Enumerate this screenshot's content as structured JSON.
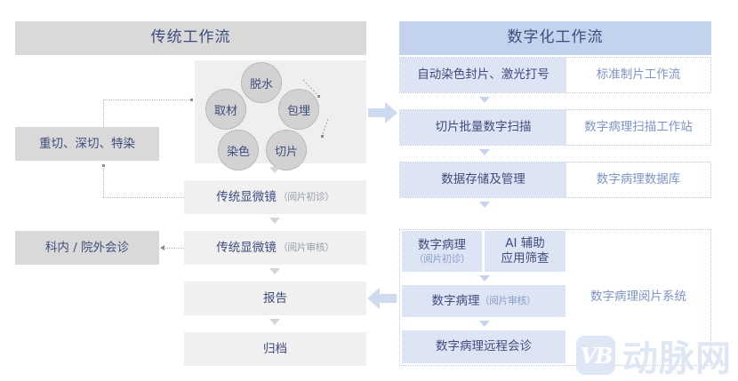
{
  "diagram": {
    "title_traditional": "传统工作流",
    "title_digital": "数字化工作流",
    "accent_gray": "#d9d9d9",
    "accent_blue": "#c3d3ee",
    "text_color": "#3f4d7e"
  },
  "traditional": {
    "header": "传统工作流",
    "cycle": {
      "nodes": [
        {
          "label": "脱水"
        },
        {
          "label": "包埋"
        },
        {
          "label": "切片"
        },
        {
          "label": "染色"
        },
        {
          "label": "取材"
        }
      ]
    },
    "side_boxes": [
      {
        "label": "重切、深切、特染"
      },
      {
        "label": "科内 / 院外会诊"
      }
    ],
    "steps": [
      {
        "main": "传统显微镜",
        "note": "（阅片初诊）"
      },
      {
        "main": "传统显微镜",
        "note": "（阅片审核）"
      },
      {
        "main": "报告",
        "note": ""
      },
      {
        "main": "归档",
        "note": ""
      }
    ]
  },
  "digital": {
    "header": "数字化工作流",
    "rows": [
      {
        "left": "自动染色封片、激光打号",
        "left_note": "",
        "right": "标准制片工作流"
      },
      {
        "left": "切片批量数字扫描",
        "left_note": "",
        "right": "数字病理扫描工作站"
      },
      {
        "left": "数据存储及管理",
        "left_note": "",
        "right": "数字病理数据库"
      }
    ],
    "group": {
      "right_label": "数字病理阅片系统",
      "rows": [
        {
          "cells": [
            {
              "main": "数字病理",
              "note": "（阅片初诊）"
            },
            {
              "main": "AI 辅助",
              "note": "应用筛查"
            }
          ]
        },
        {
          "cells": [
            {
              "main": "数字病理",
              "note": "（阅片审核）"
            }
          ]
        },
        {
          "cells": [
            {
              "main": "数字病理远程会诊",
              "note": ""
            }
          ]
        }
      ]
    }
  },
  "watermark": {
    "logo": "VB",
    "text": "动脉网"
  }
}
